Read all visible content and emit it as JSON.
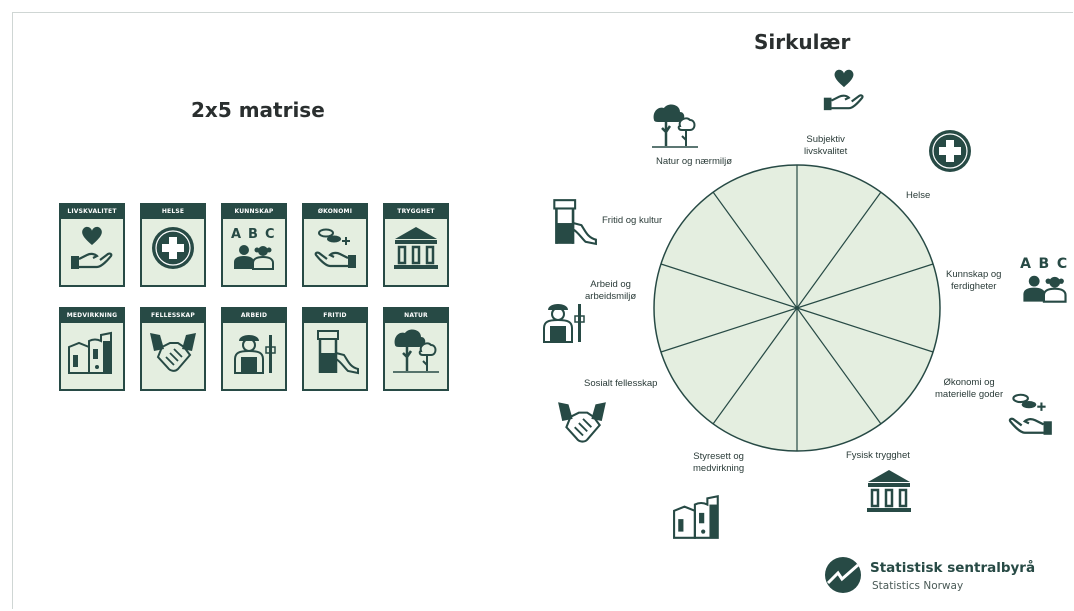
{
  "titles": {
    "matrix": "2x5 matrise",
    "circular": "Sirkulær"
  },
  "cards": [
    {
      "label": "LIVSKVALITET",
      "icon": "hand-heart-icon"
    },
    {
      "label": "HELSE",
      "icon": "health-cross-icon"
    },
    {
      "label": "KUNNSKAP",
      "icon": "abc-people-icon"
    },
    {
      "label": "ØKONOMI",
      "icon": "hand-coins-icon"
    },
    {
      "label": "TRYGGHET",
      "icon": "building-pillars-icon"
    },
    {
      "label": "MEDVIRKNING",
      "icon": "town-houses-icon"
    },
    {
      "label": "FELLESSKAP",
      "icon": "handshake-icon"
    },
    {
      "label": "ARBEID",
      "icon": "worker-icon"
    },
    {
      "label": "FRITID",
      "icon": "playground-slide-icon"
    },
    {
      "label": "NATUR",
      "icon": "trees-icon"
    }
  ],
  "circle_labels": {
    "subjektiv": "Subjektiv\nlivskvalitet",
    "helse": "Helse",
    "kunnskap": "Kunnskap og\nferdigheter",
    "okonomi": "Økonomi og\nmaterielle goder",
    "fysisk": "Fysisk trygghet",
    "styresett": "Styresett og\nmedvirkning",
    "sosialt": "Sosialt fellesskap",
    "arbeid": "Arbeid og\narbeidsmiljø",
    "fritid": "Fritid og kultur",
    "natur": "Natur og nærmiljø"
  },
  "abc_text": "A B C",
  "logo": {
    "name": "Statistisk sentralbyrå",
    "sub": "Statistics Norway"
  },
  "colors": {
    "dark": "#274a45",
    "light_fill": "#e4eee0"
  }
}
